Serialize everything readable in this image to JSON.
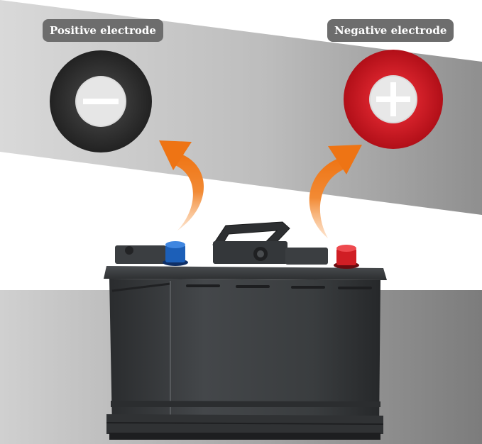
{
  "labels": {
    "positive": "Positive electrode",
    "negative": "Negative electrode"
  },
  "washers": [
    {
      "name": "black-washer",
      "color": "#2f2f2f",
      "symbol": "minus"
    },
    {
      "name": "red-washer",
      "color": "#c8141e",
      "symbol": "plus"
    }
  ],
  "colors": {
    "arrow": "#f07b1f",
    "battery_body": "#3a3d3f",
    "terminal_blue": "#1c5fb8",
    "terminal_red": "#d01e24",
    "label_background": "#6d6d6d"
  }
}
